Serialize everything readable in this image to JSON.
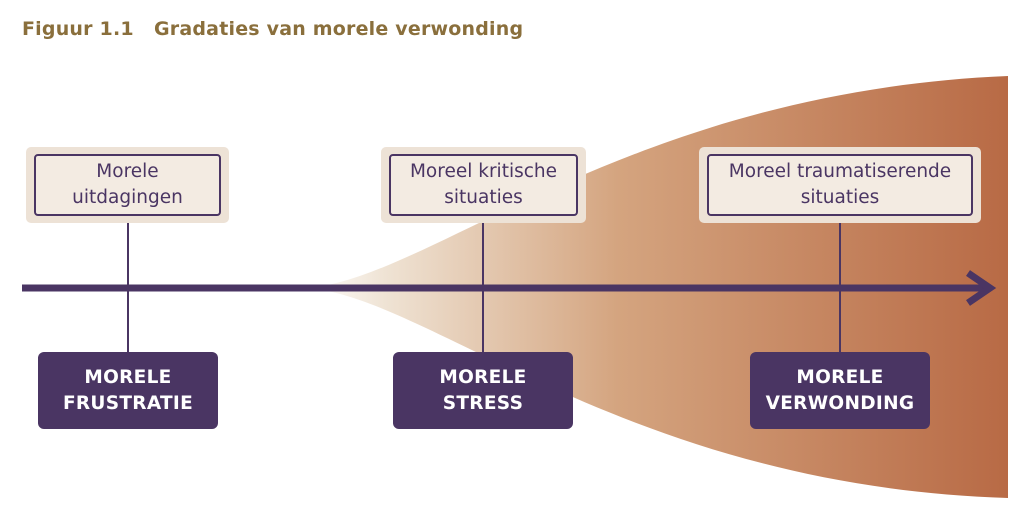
{
  "figure": {
    "number": "Figuur 1.1",
    "title": "Gradaties van morele verwonding"
  },
  "situations": [
    {
      "line1": "Morele",
      "line2": "uitdagingen"
    },
    {
      "line1": "Moreel kritische",
      "line2": "situaties"
    },
    {
      "line1": "Moreel traumatiserende",
      "line2": "situaties"
    }
  ],
  "states": [
    {
      "line1": "MORELE",
      "line2": "FRUSTRATIE"
    },
    {
      "line1": "MORELE",
      "line2": "STRESS"
    },
    {
      "line1": "MORELE",
      "line2": "VERWONDING"
    }
  ],
  "colors": {
    "caption": "#8a6f3c",
    "purple": "#4a3563",
    "box_outer": "#ede2d6",
    "box_inner": "#f3ebe2",
    "wedge_light": "#efe3d4",
    "wedge_dark": "#b86a45"
  }
}
